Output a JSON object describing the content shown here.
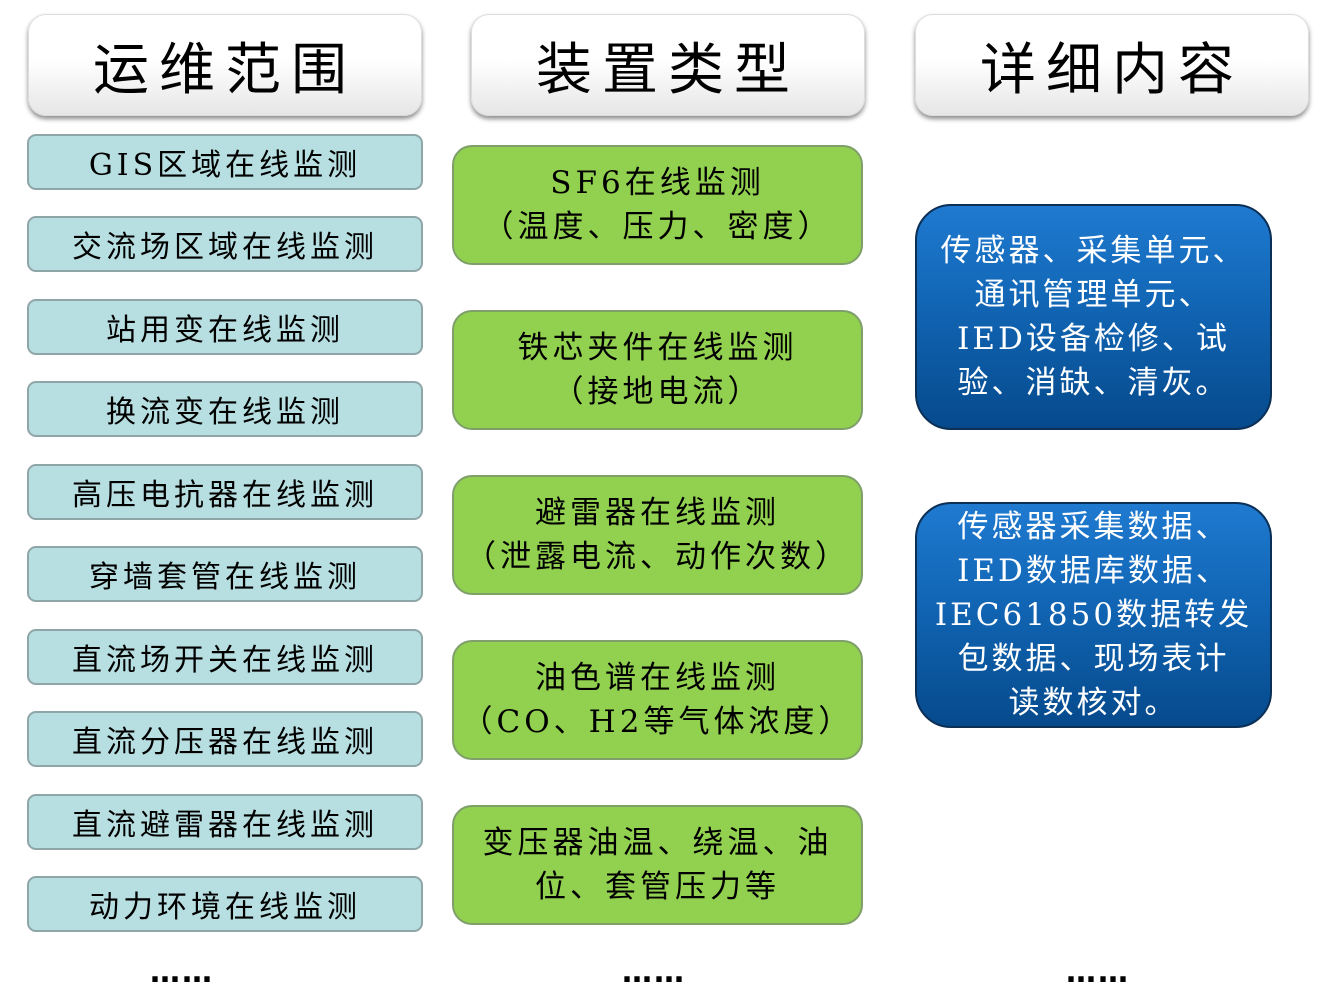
{
  "headers": {
    "scope": "运维范围",
    "device_type": "装置类型",
    "details": "详细内容"
  },
  "scope_items": [
    "GIS区域在线监测",
    "交流场区域在线监测",
    "站用变在线监测",
    "换流变在线监测",
    "高压电抗器在线监测",
    "穿墙套管在线监测",
    "直流场开关在线监测",
    "直流分压器在线监测",
    "直流避雷器在线监测",
    "动力环境在线监测"
  ],
  "device_items": [
    {
      "line1": "SF6在线监测",
      "line2": "（温度、压力、密度）"
    },
    {
      "line1": "铁芯夹件在线监测",
      "line2": "（接地电流）"
    },
    {
      "line1": "避雷器在线监测",
      "line2": "（泄露电流、动作次数）"
    },
    {
      "line1": "油色谱在线监测",
      "line2": "（CO、H2等气体浓度）"
    },
    {
      "line1": "变压器油温、绕温、油",
      "line2": "位、套管压力等"
    }
  ],
  "detail_items": [
    {
      "lines": [
        "传感器、采集单元、",
        "通讯管理单元、",
        "IED设备检修、试",
        "验、消缺、清灰。"
      ]
    },
    {
      "lines": [
        "传感器采集数据、",
        "IED数据库数据、",
        "IEC61850数据转发",
        "包数据、现场表计",
        "读数核对。"
      ]
    }
  ],
  "ellipsis": "……",
  "colors": {
    "scope_fill": "#b7dee0",
    "device_fill": "#92d050",
    "detail_fill": "#1165b4"
  }
}
